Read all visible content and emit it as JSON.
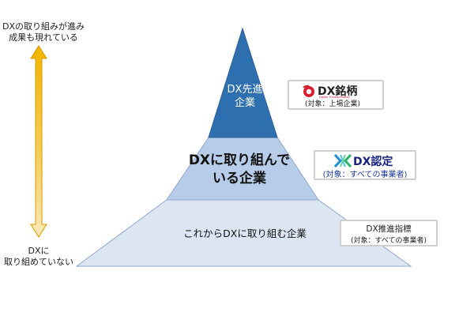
{
  "side_labels": {
    "top_line1": "DXの取り組みが進み",
    "top_line2": "成果も現れている",
    "bottom_line1": "DXに",
    "bottom_line2": "取り組めていない"
  },
  "pyramid": {
    "tiers": [
      {
        "line1": "DX先進",
        "line2": "企業",
        "color": "#2e6fb0"
      },
      {
        "line1": "DXに取り組んで",
        "line2": "いる企業",
        "color": "#b7cce8"
      },
      {
        "line1": "これからDXに取り組む企業",
        "color": "#dce6f2"
      }
    ]
  },
  "badges": {
    "meigara": {
      "title": "DX銘柄",
      "subtitle_en": "Digital Transformation",
      "subtitle": "(対象：上場企業)",
      "icon": "dx-meigara-logo-icon"
    },
    "nintei": {
      "title": "DX認定",
      "subtitle": "(対象：すべての事業者)",
      "icon": "dx-nintei-logo-icon"
    },
    "shihyo": {
      "title": "DX推進指標",
      "subtitle": "(対象：すべての事業者)"
    }
  },
  "colors": {
    "arrow_fill": "#f2b400",
    "arrow_stroke": "#e0a000",
    "tier_outline": "#8fa9cf"
  }
}
